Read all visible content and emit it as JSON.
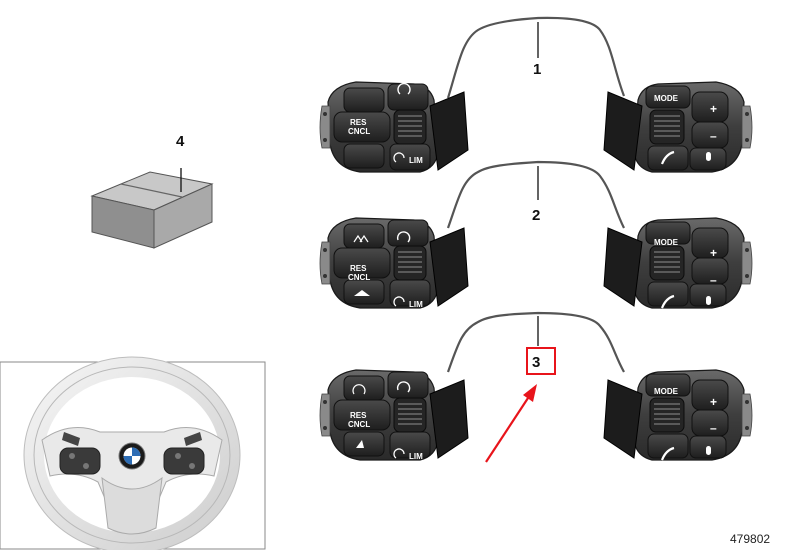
{
  "callouts": {
    "part1": "1",
    "part2": "2",
    "part3": "3",
    "part4": "4"
  },
  "buttons": {
    "res_line1": "RES",
    "res_line2": "CNCL",
    "lim": "LIM",
    "mode": "MODE",
    "plus": "+",
    "minus": "–"
  },
  "image_id": "479802",
  "colors": {
    "highlight": "#e8141b",
    "module": "#3a3a3a",
    "cable": "#555555"
  }
}
